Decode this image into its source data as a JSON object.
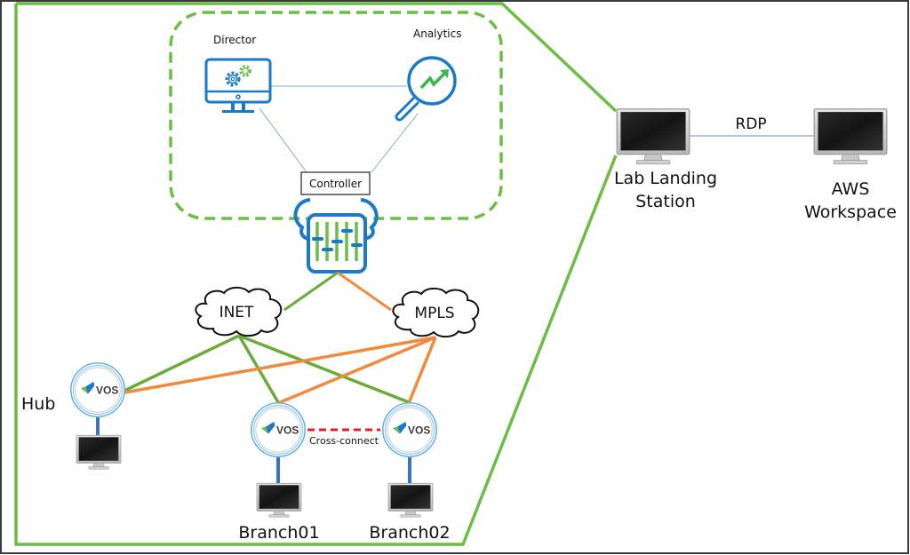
{
  "diagram": {
    "colors": {
      "frame_green": "#6cbd45",
      "dashed_green": "#6cbd45",
      "icon_blue": "#1a7ac7",
      "icon_green": "#6cbd45",
      "inet_link": "#6aab3a",
      "mpls_link": "#f08a3c",
      "cross_connect": "#e02020",
      "access_link": "#3a74c4",
      "thin_link": "#8aa6cc"
    },
    "control_plane": {
      "director": {
        "label": "Director",
        "icon": "monitor-gears-icon"
      },
      "analytics": {
        "label": "Analytics",
        "icon": "magnifier-trend-icon"
      },
      "controller": {
        "label": "Controller",
        "icon": "cloud-sliders-icon"
      }
    },
    "transports": [
      {
        "label": "INET",
        "icon": "cloud-icon"
      },
      {
        "label": "MPLS",
        "icon": "cloud-icon"
      }
    ],
    "sites": [
      {
        "label": "Hub",
        "device": "VOS",
        "icon": "vos-router-icon"
      },
      {
        "label": "Branch01",
        "device": "VOS",
        "icon": "vos-router-icon"
      },
      {
        "label": "Branch02",
        "device": "VOS",
        "icon": "vos-router-icon"
      }
    ],
    "cross_connect_label": "Cross-connect",
    "access": {
      "landing_station": {
        "line1": "Lab Landing",
        "line2": "Station"
      },
      "workspace": {
        "line1": "AWS",
        "line2": "Workspace"
      },
      "protocol": "RDP"
    }
  }
}
